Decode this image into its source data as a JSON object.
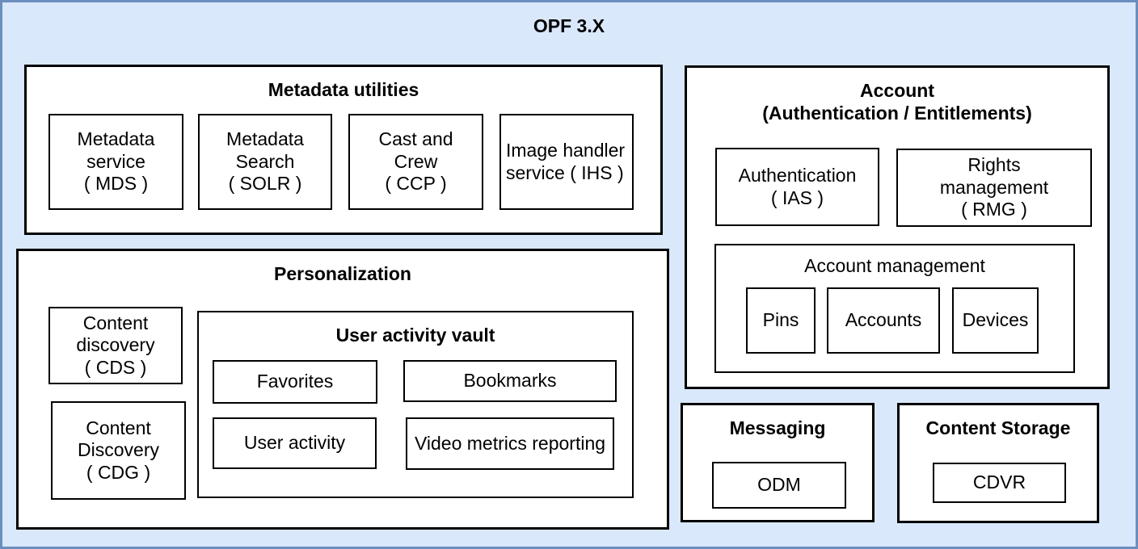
{
  "diagram_title": "OPF 3.X",
  "colors": {
    "canvas_bg": "#dae8fc",
    "canvas_border": "#6c8ebf",
    "box_bg": "#ffffff",
    "box_border": "#000000"
  },
  "groups": {
    "metadata_utilities": {
      "title": "Metadata utilities",
      "items": {
        "mds": "Metadata\nservice\n( MDS )",
        "solr": "Metadata\nSearch\n( SOLR )",
        "ccp": "Cast and\nCrew\n( CCP )",
        "ihs": "Image handler\nservice ( IHS )"
      }
    },
    "personalization": {
      "title": "Personalization",
      "items": {
        "cds": "Content\ndiscovery\n( CDS )",
        "cdg": "Content\nDiscovery\n( CDG )"
      },
      "user_activity_vault": {
        "title": "User activity vault",
        "items": {
          "favorites": "Favorites",
          "bookmarks": "Bookmarks",
          "user_activity": "User activity",
          "video_metrics": "Video metrics reporting"
        }
      }
    },
    "account": {
      "title": "Account\n(Authentication / Entitlements)",
      "items": {
        "ias": "Authentication\n( IAS )",
        "rmg": "Rights\nmanagement\n( RMG )"
      },
      "account_management": {
        "title": "Account management",
        "items": {
          "pins": "Pins",
          "accounts": "Accounts",
          "devices": "Devices"
        }
      }
    },
    "messaging": {
      "title": "Messaging",
      "items": {
        "odm": "ODM"
      }
    },
    "content_storage": {
      "title": "Content Storage",
      "items": {
        "cdvr": "CDVR"
      }
    }
  }
}
